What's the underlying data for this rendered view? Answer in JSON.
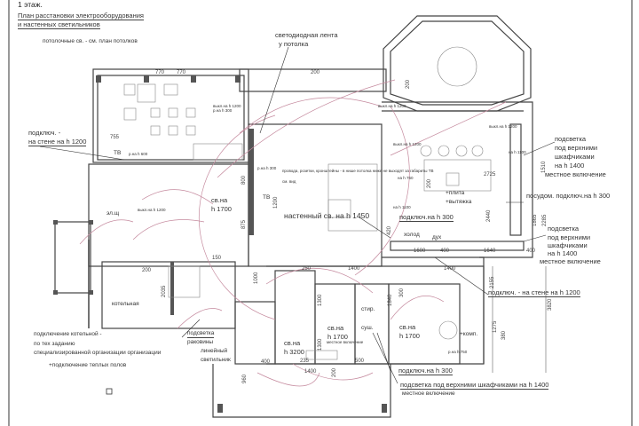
{
  "sheet": {
    "floor": "1 этаж.",
    "title_line1": "План расстановки электрооборудования",
    "title_line2": "и настенных светильников",
    "ceiling_note": "потолочные св. - см. план потолков"
  },
  "labels": {
    "led_strip_1": "светодиодная лента",
    "led_strip_2": "у потолка",
    "conn_wall_1": "подключ. -",
    "conn_wall_2": "на стене на h 1200",
    "boiler_room": "котельная",
    "boiler_conn_1": "подключение котельной -",
    "boiler_conn_2": "по тех заданию",
    "boiler_conn_3": "специализированной организации организации",
    "boiler_conn_4": "+подключение теплых полов",
    "sink_light_1": "подсветка",
    "sink_light_2": "раковины",
    "sink_light_3": "линейный",
    "sink_light_4": "светильник",
    "lamp_1700_a_1": "св.на",
    "lamp_1700_a_2": "h 1700",
    "tv_wiring_note": "провода, розетки, кронштейны - в нише потолка ниже не выходят за габариты ТВ",
    "tv_wiring_note_2": "см. вид",
    "tv": "ТВ",
    "tv_2": "ТВ",
    "wall_lamp_1450": "настенный св. на h 1450",
    "el": "эл.щ",
    "upper_light_a_1": "подсветка",
    "upper_light_a_2": "под верхними",
    "upper_light_a_3": "шкафчиками",
    "upper_light_a_4": "на h 1400",
    "upper_light_a_5": "местное включение",
    "dishwasher": "посудом. подключ.на h 300",
    "conn_300_a": "подключ.на h 300",
    "stove": "+плита",
    "hood": "+вытяжка",
    "fridge": "холод",
    "oven": "дух",
    "upper_light_b_1": "подсветка",
    "upper_light_b_2": "под верхними",
    "upper_light_b_3": "шкафчиками",
    "upper_light_b_4": "на h 1400",
    "upper_light_b_5": "местное включение",
    "conn_wall_1200_b": "подключ. - на стене на h 1200",
    "washer": "стир.",
    "dryer": "суш.",
    "lamp_1700_b_1": "св.на",
    "lamp_1700_b_2": "h 1700",
    "lamp_1700_b_3": "местное включение",
    "lamp_1700_c_1": "св.на",
    "lamp_1700_c_2": "h 1700",
    "lamp_3200_1": "св.на",
    "lamp_3200_2": "h 3200",
    "computer": "+комп.",
    "conn_300_b": "подключ.на h 300",
    "upper_light_c_1": "подсветка под верхними шкафчиками на h 1400",
    "upper_light_c_2": "местное включение"
  },
  "small_notes": {
    "out_1200_a": "выкл.на h 1200",
    "out_1200_b": "выкл.на h 1200",
    "out_1200_c": "выкл.на h 1200",
    "out_1200_d": "выкл.на h 1200",
    "out_1200_e": "выкл.на h 1200",
    "sock_300_a": "р.на h 300",
    "sock_300_b": "р.на h 300",
    "sock_600": "р.на h 600",
    "sock_750": "р.на h 750",
    "sock_1100_a": "на h 1100",
    "sock_1100_b": "на h 1100",
    "sock_760": "на h 760"
  },
  "dimensions": [
    "770",
    "770",
    "200",
    "755",
    "200",
    "2725",
    "2440",
    "1600",
    "400",
    "1640",
    "400",
    "1510",
    "2285",
    "1865",
    "2155",
    "3820",
    "1275",
    "380",
    "200",
    "2035",
    "150",
    "1200",
    "875",
    "800",
    "1000",
    "1400",
    "1400",
    "400",
    "1400",
    "235",
    "200",
    "500",
    "1300",
    "1300",
    "1840",
    "300",
    "960",
    "250",
    "420",
    "200"
  ]
}
